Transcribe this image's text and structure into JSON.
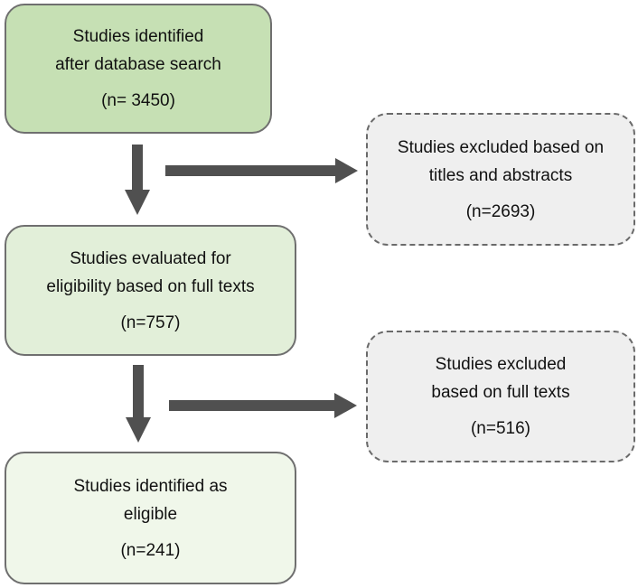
{
  "flow": {
    "identified": {
      "line1": "Studies identified",
      "line2": "after database search",
      "count": "(n= 3450)"
    },
    "evaluated": {
      "line1": "Studies evaluated for",
      "line2": "eligibility based on full texts",
      "count": "(n=757)"
    },
    "eligible": {
      "line1": "Studies identified as",
      "line2": "eligible",
      "count": "(n=241)"
    }
  },
  "exclusions": {
    "titles_abstracts": {
      "line1": "Studies excluded based on",
      "line2": "titles and abstracts",
      "count": "(n=2693)"
    },
    "full_texts": {
      "line1": "Studies excluded",
      "line2": "based on full texts",
      "count": "(n=516)"
    }
  },
  "colors": {
    "box1_fill": "#c6e0b4",
    "box2_fill": "#e2efd9",
    "box3_fill": "#f0f7ea",
    "excluded_fill": "#efefef",
    "arrow": "#505050"
  }
}
